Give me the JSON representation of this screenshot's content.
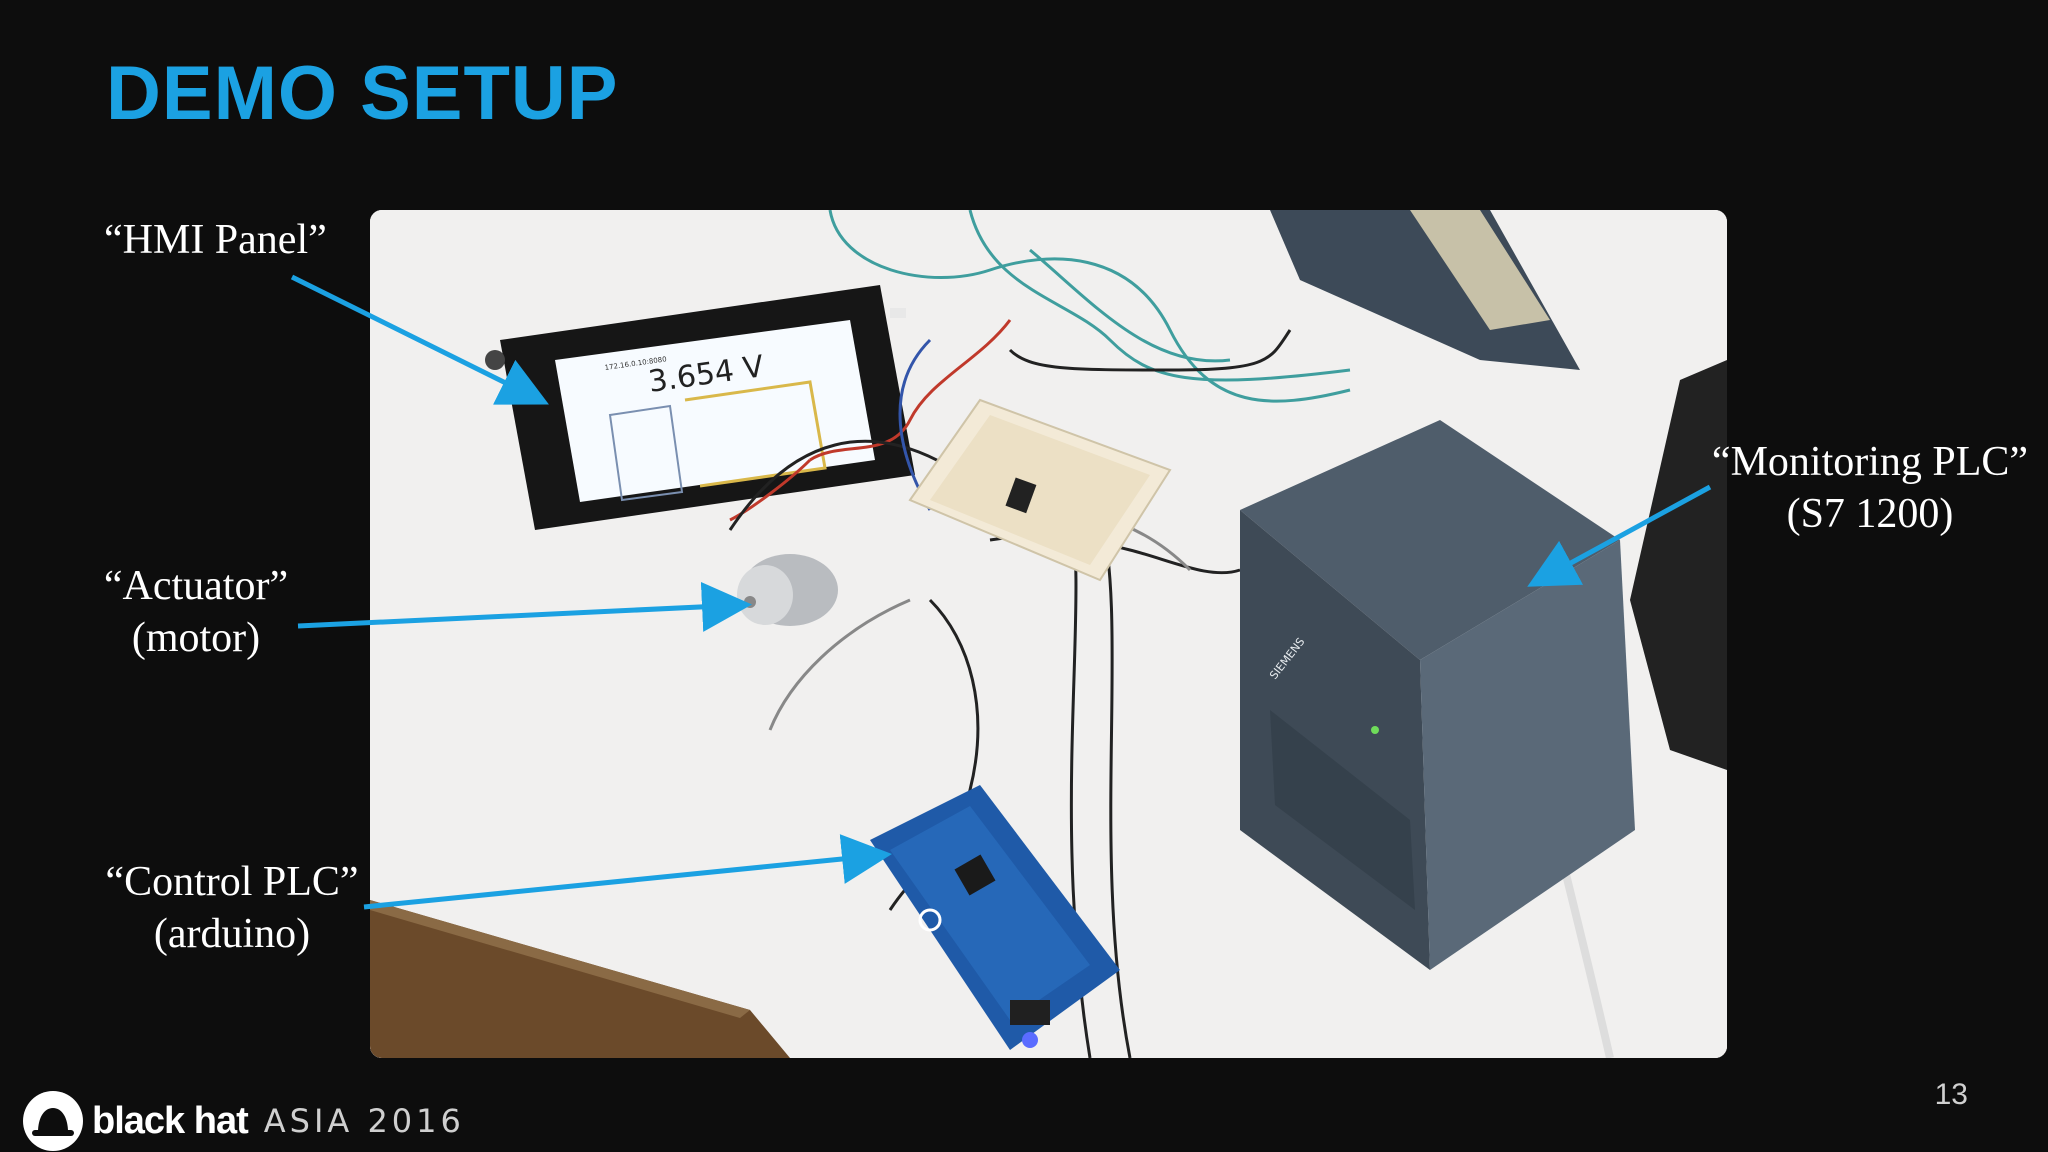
{
  "slide": {
    "title": "DEMO SETUP",
    "page_number": "13"
  },
  "callouts": {
    "hmi": [
      "“HMI Panel”"
    ],
    "actuator": [
      "“Actuator”",
      "(motor)"
    ],
    "control": [
      "“Control PLC”",
      "(arduino)"
    ],
    "monitoring": [
      "“Monitoring PLC”",
      "(S7 1200)"
    ]
  },
  "photo": {
    "hmi_screen_ip": "172.16.0.10:8080",
    "hmi_screen_value": "3.654 V",
    "plc_brand": "SIEMENS"
  },
  "footer": {
    "brand": "black hat",
    "event": "ASIA 2016"
  },
  "colors": {
    "title": "#1ba1e2",
    "arrow": "#1ba1e2",
    "background": "#0d0d0d"
  }
}
